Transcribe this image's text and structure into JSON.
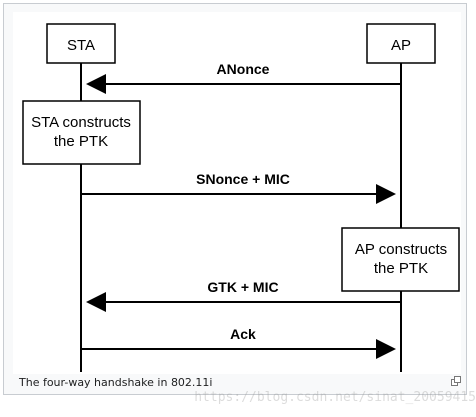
{
  "diagram": {
    "participants": {
      "sta": "STA",
      "ap": "AP"
    },
    "messages": [
      {
        "label": "ANonce",
        "direction": "left"
      },
      {
        "label": "SNonce + MIC",
        "direction": "right"
      },
      {
        "label": "GTK + MIC",
        "direction": "left"
      },
      {
        "label": "Ack",
        "direction": "right"
      }
    ],
    "notes": [
      {
        "line1": "STA constructs",
        "line2": "the PTK"
      },
      {
        "line1": "AP constructs",
        "line2": "the PTK"
      }
    ]
  },
  "figure": {
    "caption": "The four-way handshake in 802.11i",
    "watermark": "https://blog.csdn.net/sinat_20059415"
  },
  "icons": {
    "enlarge": "enlarge-icon"
  }
}
